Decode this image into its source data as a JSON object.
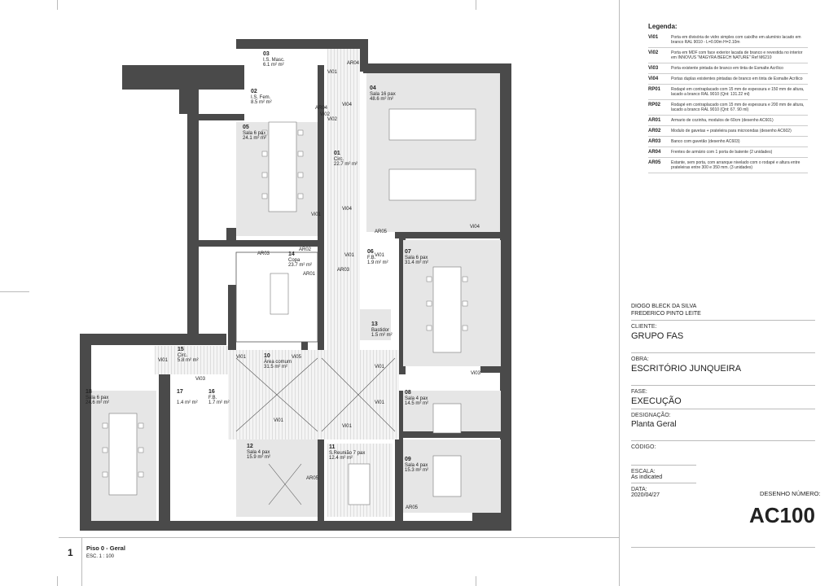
{
  "legend": {
    "title": "Legenda:",
    "items": [
      {
        "code": "Vi01",
        "desc": "Porta em divisória de vidro simples com caixilho em alumínio lacado em branco RAL 9010 - L=0.90m H=2.10m"
      },
      {
        "code": "Vi02",
        "desc": "Porta em MDF com face exterior lacada de branco e revestida no interior em INNOVUS \"MAGYRA BEECH NATURE\" Ref M6210"
      },
      {
        "code": "Vi03",
        "desc": "Porta existente pintada de branco em tinta de Esmalte Acrílico"
      },
      {
        "code": "Vi04",
        "desc": "Portas duplas existentes pintadas de branco em tinta de Esmalte Acrílico"
      },
      {
        "code": "RP01",
        "desc": "Rodapé em contraplacado com 15 mm de espessura e 150 mm de altura, lacado a branco RAL 9010 (Qnt: 131.22 ml)"
      },
      {
        "code": "RP02",
        "desc": "Rodapé em contraplacado com 15 mm de espessura e 200 mm de altura, lacado a branco RAL 9010 (Qnt: 67. 90 ml)"
      },
      {
        "code": "AR01",
        "desc": "Armario de cozinha, modulos de 60cm (desenho AC601)"
      },
      {
        "code": "AR02",
        "desc": "Modulo de gavetas + prateleira para microondas (desenho AC602)"
      },
      {
        "code": "AR03",
        "desc": "Banco com gavetão (desenho AC603)"
      },
      {
        "code": "AR04",
        "desc": "Frentes de armário com 1 porta de batente (2 unidades)"
      },
      {
        "code": "AR05",
        "desc": "Estante, sem porta, com arranque nivelado com o rodapé e altura entre prateleiras entre 300 e 350 mm. (3 unidades)"
      }
    ]
  },
  "titleblock": {
    "authors": [
      "DIOGO BLECK DA SILVA",
      "FREDERICO PINTO LEITE"
    ],
    "cliente_label": "CLIENTE:",
    "cliente": "GRUPO FAS",
    "obra_label": "OBRA:",
    "obra": "ESCRITÓRIO JUNQUEIRA",
    "fase_label": "FASE:",
    "fase": "EXECUÇÃO",
    "designacao_label": "DESIGNAÇÃO:",
    "designacao": "Planta Geral",
    "codigo_label": "CÓDIGO:",
    "escala_label": "ESCALA:",
    "escala": "As indicated",
    "data_label": "DATA:",
    "data": "2020/04/27",
    "desenho_label": "DESENHO NÚMERO:",
    "desenho": "AC100"
  },
  "sheet": {
    "number": "1",
    "title": "Piso 0 - Geral",
    "scale": "ESC.  1 : 100"
  },
  "rooms": [
    {
      "id": "01",
      "name": "Circ.",
      "area": "22.7 m² m²"
    },
    {
      "id": "02",
      "name": "I.S. Fem.",
      "area": "8.5 m² m²"
    },
    {
      "id": "03",
      "name": "I.S. Masc.",
      "area": "6.1 m² m²"
    },
    {
      "id": "04",
      "name": "Sala 16 pax",
      "area": "48.6 m² m²"
    },
    {
      "id": "05",
      "name": "Sala 6 pax",
      "area": "24.1 m² m²"
    },
    {
      "id": "06",
      "name": "F.B.",
      "area": "1.9 m² m²"
    },
    {
      "id": "07",
      "name": "Sala 6 pax",
      "area": "31.4 m² m²"
    },
    {
      "id": "08",
      "name": "Sala 4 pax",
      "area": "14.5 m² m²"
    },
    {
      "id": "09",
      "name": "Sala 4 pax",
      "area": "15.3 m² m²"
    },
    {
      "id": "10",
      "name": "Àrea comum",
      "area": "31.5 m² m²"
    },
    {
      "id": "11",
      "name": "S.Reunião 7 pax",
      "area": "12.4 m² m²"
    },
    {
      "id": "12",
      "name": "Sala 4 pax",
      "area": "15.9 m² m²"
    },
    {
      "id": "13",
      "name": "Bastidor",
      "area": "1.5 m² m²"
    },
    {
      "id": "14",
      "name": "Copa",
      "area": "23.7 m² m²"
    },
    {
      "id": "15",
      "name": "Circ.",
      "area": "5.8 m² m²"
    },
    {
      "id": "16",
      "name": "F.B.",
      "area": "1.7 m² m²"
    },
    {
      "id": "17",
      "name": "",
      "area": "1.4 m² m²"
    },
    {
      "id": "18",
      "name": "Sala 6 pax",
      "area": "24.6 m² m²"
    }
  ],
  "tags": {
    "vi01": "Vi01",
    "vi02": "Vi02",
    "vi03": "Vi03",
    "vi04": "Vi04",
    "vi05": "Vi05",
    "ar01": "AR01",
    "ar02": "AR02",
    "ar03": "AR03",
    "ar04": "AR04",
    "ar05": "AR05"
  },
  "colors": {
    "wall": "#4a4a4a",
    "floor": "#e6e6e6",
    "line": "#555555"
  }
}
